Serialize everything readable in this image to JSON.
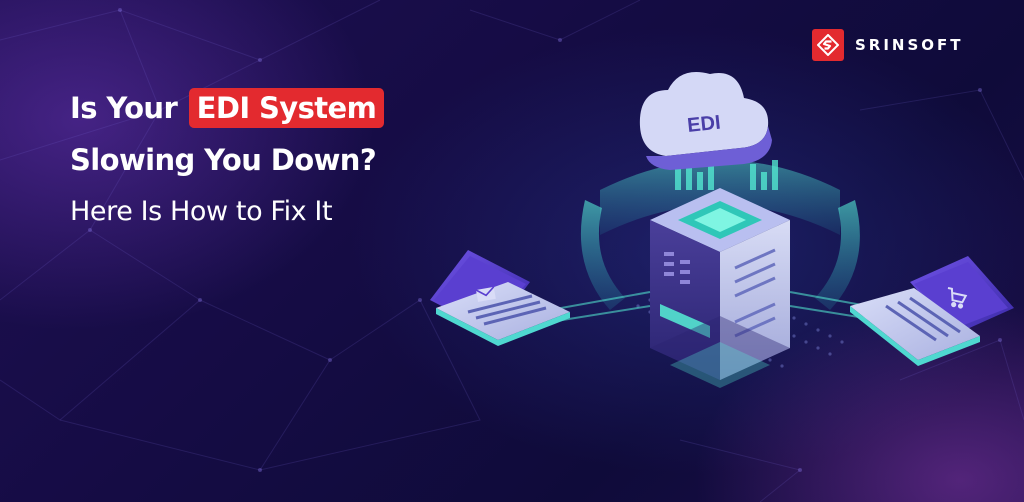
{
  "headline": {
    "line1_prefix": "Is Your",
    "line1_highlight": "EDI System",
    "line2": "Slowing You Down?",
    "line3": "Here Is How to Fix It"
  },
  "brand": {
    "name": "SRINSOFT",
    "logo_icon": "srinsoft-s-logo-icon",
    "color": "#e32a2f"
  },
  "illustration": {
    "cloud_label": "EDI",
    "left_laptop_icon": "envelope-icon",
    "right_laptop_icon": "shopping-cart-icon"
  },
  "colors": {
    "highlight": "#e32a2f",
    "background": "#150c44",
    "accent_teal": "#3fe0c9",
    "laptop_screen": "#5a3fd0"
  }
}
